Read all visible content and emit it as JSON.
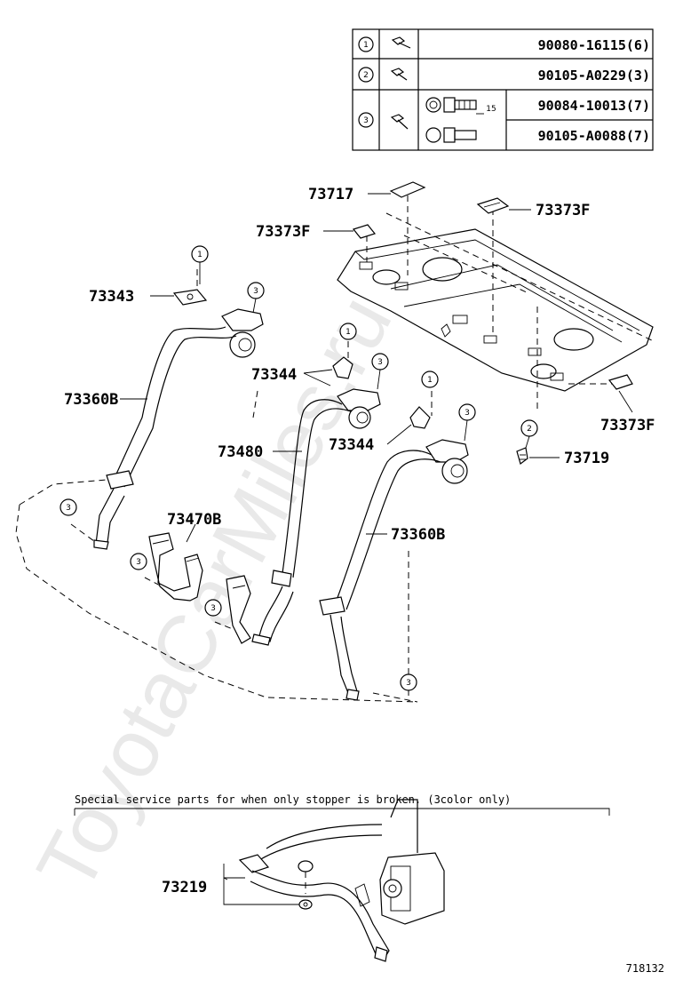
{
  "watermark": "ToyotaCarMiles.ru",
  "hardware_table": {
    "rows": [
      {
        "key": "1",
        "icon": "bolt-icon",
        "part": "90080-16115(6)"
      },
      {
        "key": "2",
        "icon": "bolt-icon",
        "part": "90105-A0229(3)"
      },
      {
        "key": "3",
        "icon": "bolt-icon",
        "part": "90084-10013(7)",
        "detail_icon": "flanged-bolt-icon",
        "dimension": "15"
      },
      {
        "key": "",
        "icon": "",
        "part": "90105-A0088(7)",
        "detail_icon": "flanged-bolt-icon"
      }
    ]
  },
  "labels": {
    "p73717": "73717",
    "p73373f_top_right": "73373F",
    "p73373f_left": "73373F",
    "p73373f_bottom": "73373F",
    "p73343": "73343",
    "p73360b_left": "73360B",
    "p73344_upper": "73344",
    "p73344_lower": "73344",
    "p73480": "73480",
    "p73719": "73719",
    "p73470b": "73470B",
    "p73360b_right": "73360B",
    "p73219": "73219"
  },
  "callouts": {
    "c1_a": "1",
    "c1_b": "1",
    "c1_c": "1",
    "c2": "2",
    "c3_a": "3",
    "c3_b": "3",
    "c3_c": "3",
    "c3_d": "3",
    "c3_e": "3",
    "c3_f": "3",
    "c3_g": "3"
  },
  "note": "Special service parts for when only stopper is broken. (3color only)",
  "diagram_id": "718132"
}
